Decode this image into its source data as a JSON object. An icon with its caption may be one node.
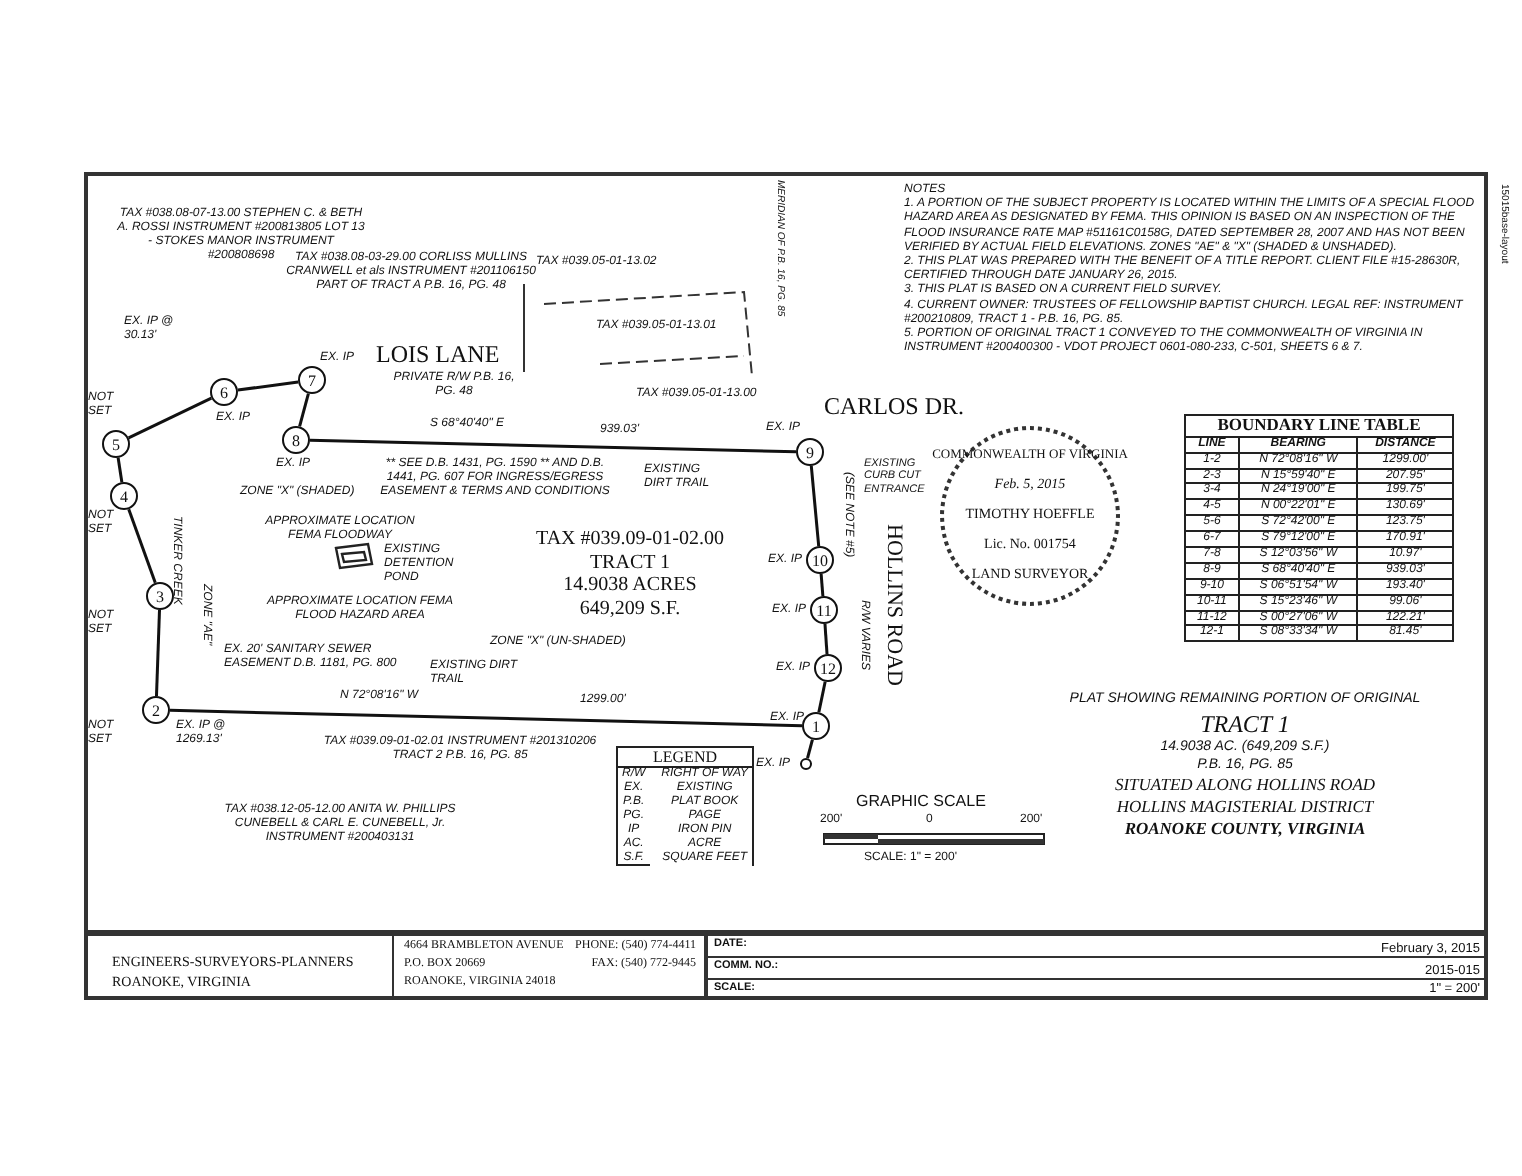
{
  "diagram": {
    "nodes": [
      {
        "text": [
          "1"
        ],
        "beside": [
          "EX. IP"
        ]
      },
      {
        "text": [
          "2"
        ],
        "beside": [
          "NOT SET",
          "EX. IP @ 1269.13'"
        ]
      },
      {
        "text": [
          "3"
        ],
        "beside": [
          "NOT SET"
        ]
      },
      {
        "text": [
          "4"
        ],
        "beside": [
          "NOT SET"
        ]
      },
      {
        "text": [
          "5"
        ],
        "beside": [
          "NOT SET"
        ]
      },
      {
        "text": [
          "6"
        ],
        "beside": [
          "EX. IP"
        ]
      },
      {
        "text": [
          "7"
        ],
        "beside": [
          "EX. IP"
        ]
      },
      {
        "text": [
          "8"
        ],
        "beside": [
          "EX. IP"
        ]
      },
      {
        "text": [
          "9"
        ],
        "beside": [
          "EX. IP"
        ]
      },
      {
        "text": [
          "10"
        ],
        "beside": [
          "EX. IP"
        ]
      },
      {
        "text": [
          "11"
        ],
        "beside": [
          "EX. IP"
        ]
      },
      {
        "text": [
          "12"
        ],
        "beside": [
          "EX. IP"
        ]
      },
      {
        "text": [],
        "shape": "circle",
        "beside": [
          "EX. IP"
        ]
      }
    ],
    "edges": [
      {
        "from": 0,
        "to": 1,
        "arrow": "none"
      },
      {
        "from": 1,
        "to": 2,
        "arrow": "none"
      },
      {
        "from": 2,
        "to": 3,
        "arrow": "none"
      },
      {
        "from": 3,
        "to": 4,
        "arrow": "none"
      },
      {
        "from": 4,
        "to": 5,
        "arrow": "none"
      },
      {
        "from": 5,
        "to": 6,
        "arrow": "none"
      },
      {
        "from": 6,
        "to": 7,
        "arrow": "none"
      },
      {
        "from": 7,
        "to": 8,
        "arrow": "none"
      },
      {
        "from": 8,
        "to": 9,
        "arrow": "none"
      },
      {
        "from": 9,
        "to": 10,
        "arrow": "none"
      },
      {
        "from": 10,
        "to": 11,
        "arrow": "none"
      },
      {
        "from": 11,
        "to": 0,
        "arrow": "none"
      },
      {
        "from": 0,
        "to": 12,
        "arrow": "none"
      }
    ],
    "labels": [
      "NOTES",
      "1. A PORTION OF THE SUBJECT PROPERTY IS LOCATED WITHIN THE LIMITS OF A SPECIAL FLOOD HAZARD AREA AS DESIGNATED BY FEMA. THIS OPINION IS BASED ON AN INSPECTION OF THE FLOOD INSURANCE RATE MAP #51161C0158G, DATED SEPTEMBER 28, 2007 AND HAS NOT BEEN VERIFIED BY ACTUAL FIELD ELEVATIONS. ZONES \"AE\" & \"X\" (SHADED & UNSHADED).",
      "2. THIS PLAT WAS PREPARED WITH THE BENEFIT OF A TITLE REPORT. CLIENT FILE #15-28630R, CERTIFIED THROUGH DATE JANUARY 26, 2015.",
      "3. THIS PLAT IS BASED ON A CURRENT FIELD SURVEY.",
      "4. CURRENT OWNER: TRUSTEES OF FELLOWSHIP BAPTIST CHURCH. LEGAL REF: INSTRUMENT #200210809, TRACT 1 - P.B. 16, PG. 85.",
      "5. PORTION OF ORIGINAL TRACT 1 CONVEYED TO THE COMMONWEALTH OF VIRGINIA IN INSTRUMENT #200400300 - VDOT PROJECT 0601-080-233, C-501, SHEETS 6 & 7.",
      "TAX #038.08-07-13.00 STEPHEN C. & BETH A. ROSSI INSTRUMENT #200813805 LOT 13 - STOKES MANOR INSTRUMENT #200808698",
      "TAX #038.08-03-29.00 CORLISS MULLINS CRANWELL et als INSTRUMENT #201106150 PART OF TRACT A P.B. 16, PG. 48",
      "TAX #039.05-01-13.02",
      "MERIDIAN OF P.B. 16, PG. 85",
      "TAX #039.05-01-13.01",
      "LOIS LANE",
      "PRIVATE R/W P.B. 16, PG. 48",
      "TAX #039.05-01-13.00",
      "EX. IP @ 30.13'",
      "S 68°40'40\" E",
      "939.03'",
      "CARLOS DR.",
      "** SEE D.B. 1431, PG. 1590 ** AND D.B. 1441, PG. 607 FOR INGRESS/EGRESS EASEMENT & TERMS AND CONDITIONS",
      "EXISTING DIRT TRAIL",
      "EXISTING CURB CUT ENTRANCE",
      "ZONE \"X\" (SHADED)",
      "APPROXIMATE LOCATION FEMA FLOODWAY",
      "EXISTING DETENTION POND",
      "TAX #039.09-01-02.00",
      "TRACT 1",
      "14.9038 ACRES",
      "649,209 S.F.",
      "(SEE NOTE #5)",
      "HOLLINS ROAD",
      "R/W VARIES",
      "TINKER CREEK",
      "ZONE \"AE\"",
      "APPROXIMATE LOCATION FEMA FLOOD HAZARD AREA",
      "ZONE \"X\" (UN-SHADED)",
      "EX. 20' SANITARY SEWER EASEMENT D.B. 1181, PG. 800",
      "EXISTING DIRT TRAIL",
      "N 72°08'16\" W",
      "1299.00'",
      "TAX #039.09-01-02.01 INSTRUMENT #201310206 TRACT 2 P.B. 16, PG. 85",
      "TAX #038.12-05-12.00 ANITA W. PHILLIPS CUNEBELL & CARL E. CUNEBELL, Jr. INSTRUMENT #200403131",
      "LEGEND",
      "R/W",
      "RIGHT OF WAY",
      "EX.",
      "EXISTING",
      "P.B.",
      "PLAT BOOK",
      "PG.",
      "PAGE",
      "IP",
      "IRON PIN",
      "AC.",
      "ACRE",
      "S.F.",
      "SQUARE FEET",
      "GRAPHIC SCALE",
      "200'",
      "0",
      "200'",
      "SCALE: 1\" = 200'",
      "COMMONWEALTH OF VIRGINIA",
      "Feb. 5, 2015",
      "TIMOTHY HOEFFLE",
      "Lic. No. 001754",
      "LAND SURVEYOR",
      "BOUNDARY LINE TABLE",
      "LINE",
      "BEARING",
      "DISTANCE",
      "1-2",
      "N 72°08'16\" W",
      "1299.00'",
      "2-3",
      "N 15°59'40\" E",
      "207.95'",
      "3-4",
      "N 24°19'00\" E",
      "199.75'",
      "4-5",
      "N 00°22'01\" E",
      "130.69'",
      "5-6",
      "S 72°42'00\" E",
      "123.75'",
      "6-7",
      "S 79°12'00\" E",
      "170.91'",
      "7-8",
      "S 12°03'56\" W",
      "10.97'",
      "8-9",
      "S 68°40'40\" E",
      "939.03'",
      "9-10",
      "S 06°51'54\" W",
      "193.40'",
      "10-11",
      "S 15°23'46\" W",
      "99.06'",
      "11-12",
      "S 00°27'06\" W",
      "122.21'",
      "12-1",
      "S 08°33'34\" W",
      "81.45'",
      "PLAT SHOWING REMAINING PORTION OF ORIGINAL",
      "TRACT 1",
      "14.9038 AC. (649,209 S.F.)",
      "P.B. 16, PG. 85",
      "SITUATED ALONG HOLLINS ROAD",
      "HOLLINS MAGISTERIAL DISTRICT",
      "ROANOKE COUNTY, VIRGINIA",
      "ENGINEERS-SURVEYORS-PLANNERS",
      "ROANOKE, VIRGINIA",
      "4664 BRAMBLETON AVENUE",
      "P.O. BOX 20669",
      "ROANOKE, VIRGINIA 24018",
      "PHONE: (540) 774-4411",
      "FAX: (540) 772-9445",
      "DATE:",
      "February 3, 2015",
      "COMM. NO.:",
      "2015-015",
      "SCALE:",
      "1\" = 200'",
      "15015base-layout"
    ]
  }
}
